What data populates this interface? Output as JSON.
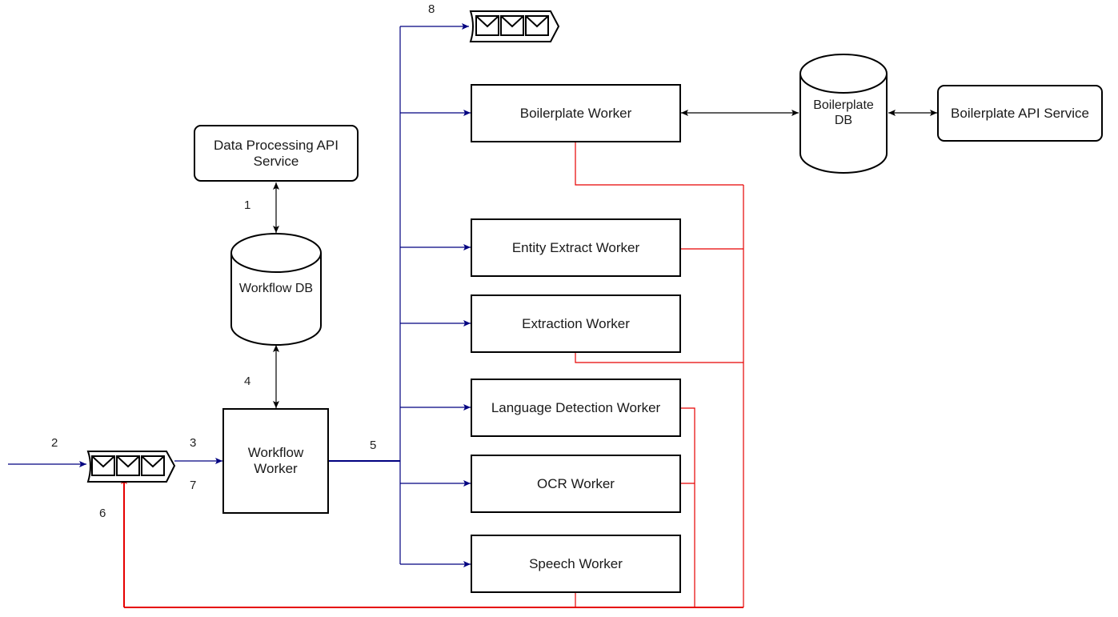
{
  "services": {
    "data_processing_api": "Data Processing API Service",
    "boilerplate_api": "Boilerplate API Service"
  },
  "databases": {
    "workflow_db": "Workflow DB",
    "boilerplate_db": "Boilerplate DB"
  },
  "workflow_worker": "Workflow Worker",
  "workers": [
    {
      "label": "Boilerplate Worker"
    },
    {
      "label": "Entity Extract Worker"
    },
    {
      "label": "Extraction Worker"
    },
    {
      "label": "Language Detection Worker"
    },
    {
      "label": "OCR Worker"
    },
    {
      "label": "Speech Worker"
    }
  ],
  "step_labels": {
    "s1": "1",
    "s2": "2",
    "s3": "3",
    "s4": "4",
    "s5": "5",
    "s6": "6",
    "s7": "7",
    "s8": "8"
  },
  "colors": {
    "dispatch_line": "#000080",
    "result_line": "#e60000",
    "sync_line": "#000000"
  },
  "icons": {
    "input_queue": "message-queue-icon",
    "output_queue": "message-queue-icon"
  }
}
